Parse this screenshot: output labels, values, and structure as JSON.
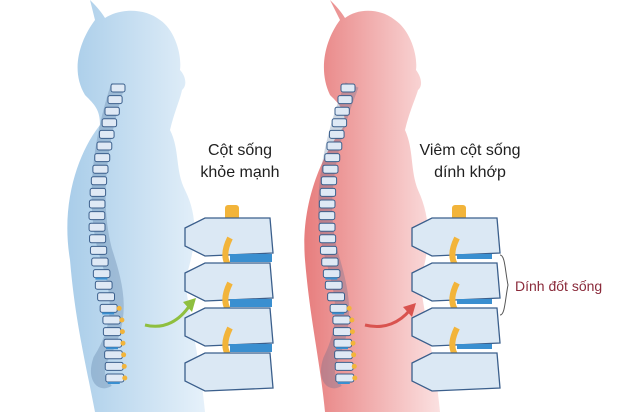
{
  "healthy": {
    "label_line1": "Cột sống",
    "label_line2": "khỏe mạnh",
    "color": "#cfe3f3"
  },
  "disease": {
    "label_line1": "Viêm cột sống",
    "label_line2": "dính khớp",
    "color": "#ef9a9a",
    "annotation": "Dính đốt sống"
  },
  "colors": {
    "spine": "#dfe9f5",
    "disc": "#3a8fd0",
    "nerve": "#f2b43a",
    "arrow_healthy": "#8fbf3f",
    "arrow_disease": "#d9534f"
  }
}
